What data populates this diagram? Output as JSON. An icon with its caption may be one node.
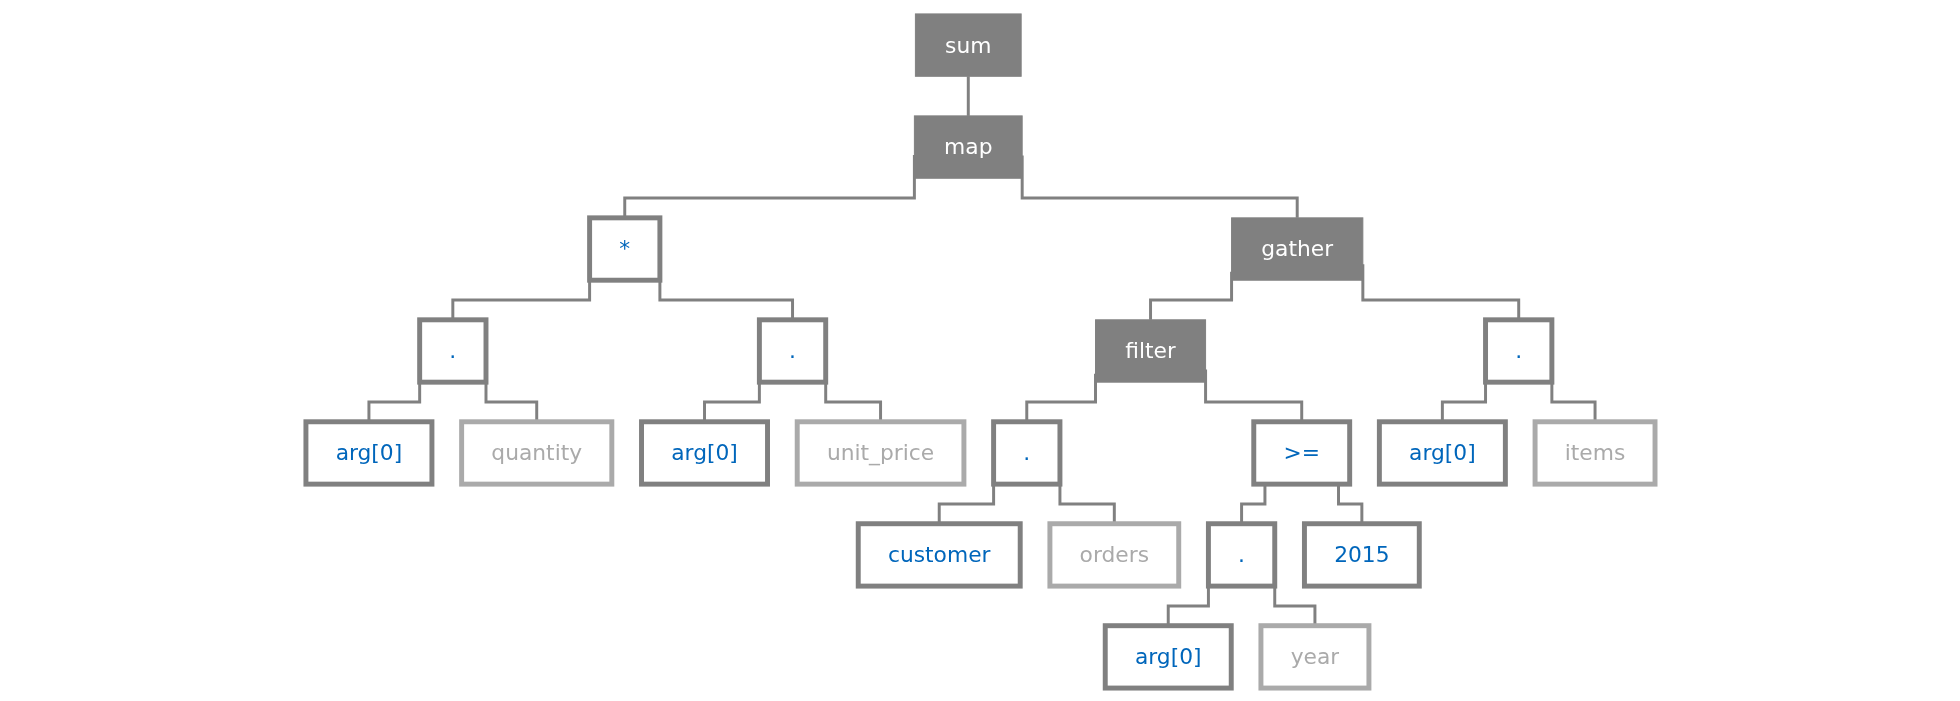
{
  "diagram": {
    "nodes": [
      {
        "text": [
          "sum"
        ]
      },
      {
        "text": [
          "map"
        ]
      },
      {
        "text": [
          "*"
        ]
      },
      {
        "text": [
          "."
        ]
      },
      {
        "text": [
          "arg[0]"
        ]
      },
      {
        "text": [
          "quantity"
        ]
      },
      {
        "text": [
          "."
        ]
      },
      {
        "text": [
          "arg[0]"
        ]
      },
      {
        "text": [
          "unit_price"
        ]
      },
      {
        "text": [
          "gather"
        ]
      },
      {
        "text": [
          "filter"
        ]
      },
      {
        "text": [
          "."
        ]
      },
      {
        "text": [
          "customer"
        ]
      },
      {
        "text": [
          "orders"
        ]
      },
      {
        "text": [
          ">="
        ]
      },
      {
        "text": [
          "."
        ]
      },
      {
        "text": [
          "arg[0]"
        ]
      },
      {
        "text": [
          "year"
        ]
      },
      {
        "text": [
          "2015"
        ]
      },
      {
        "text": [
          "."
        ]
      },
      {
        "text": [
          "arg[0]"
        ]
      },
      {
        "text": [
          "items"
        ]
      }
    ],
    "edges": [
      {
        "from": 0,
        "to": 1,
        "arrow": "none"
      },
      {
        "from": 1,
        "to": 2,
        "arrow": "none"
      },
      {
        "from": 1,
        "to": 9,
        "arrow": "none"
      },
      {
        "from": 2,
        "to": 3,
        "arrow": "none"
      },
      {
        "from": 2,
        "to": 6,
        "arrow": "none"
      },
      {
        "from": 3,
        "to": 4,
        "arrow": "none"
      },
      {
        "from": 3,
        "to": 5,
        "arrow": "none"
      },
      {
        "from": 6,
        "to": 7,
        "arrow": "none"
      },
      {
        "from": 6,
        "to": 8,
        "arrow": "none"
      },
      {
        "from": 9,
        "to": 10,
        "arrow": "none"
      },
      {
        "from": 9,
        "to": 19,
        "arrow": "none"
      },
      {
        "from": 10,
        "to": 11,
        "arrow": "none"
      },
      {
        "from": 10,
        "to": 14,
        "arrow": "none"
      },
      {
        "from": 11,
        "to": 12,
        "arrow": "none"
      },
      {
        "from": 11,
        "to": 13,
        "arrow": "none"
      },
      {
        "from": 14,
        "to": 15,
        "arrow": "none"
      },
      {
        "from": 14,
        "to": 18,
        "arrow": "none"
      },
      {
        "from": 15,
        "to": 16,
        "arrow": "none"
      },
      {
        "from": 15,
        "to": 17,
        "arrow": "none"
      },
      {
        "from": 19,
        "to": 20,
        "arrow": "none"
      },
      {
        "from": 19,
        "to": 21,
        "arrow": "none"
      }
    ]
  }
}
